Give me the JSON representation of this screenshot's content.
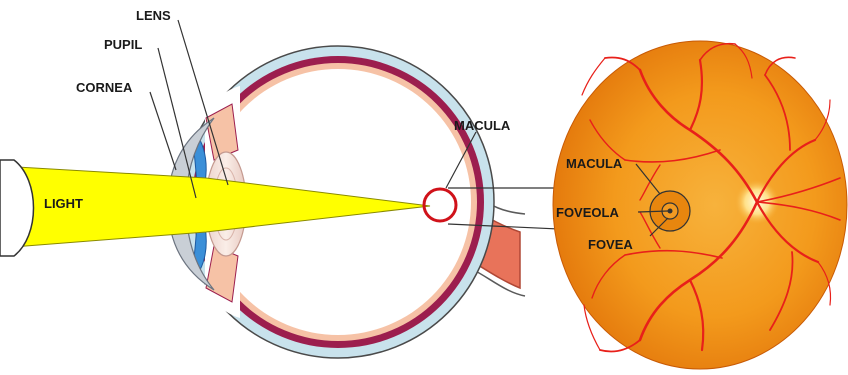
{
  "labels": {
    "lens": "LENS",
    "pupil": "PUPIL",
    "cornea": "CORNEA",
    "light": "LIGHT",
    "macula_eye": "MACULA",
    "macula_retina": "MACULA",
    "foveola": "FOVEOLA",
    "fovea": "FOVEA"
  },
  "colors": {
    "light_beam": "#ffff00",
    "sclera_outer": "#c8e2ec",
    "choroid": "#9c1e4e",
    "retina_layer": "#f6c2a6",
    "optic_nerve": "#e8735a",
    "iris_blue": "#3a8fd8",
    "lens": "#f3d6d0",
    "cornea": "#c9cfd6",
    "retina_orange": "#f08a12",
    "vessels": "#e8201a",
    "macula_highlight": "#d0121a"
  },
  "icons": {
    "eye_diagram": "eye-cross-section-illustration",
    "retina_view": "fundus-retina-illustration"
  }
}
